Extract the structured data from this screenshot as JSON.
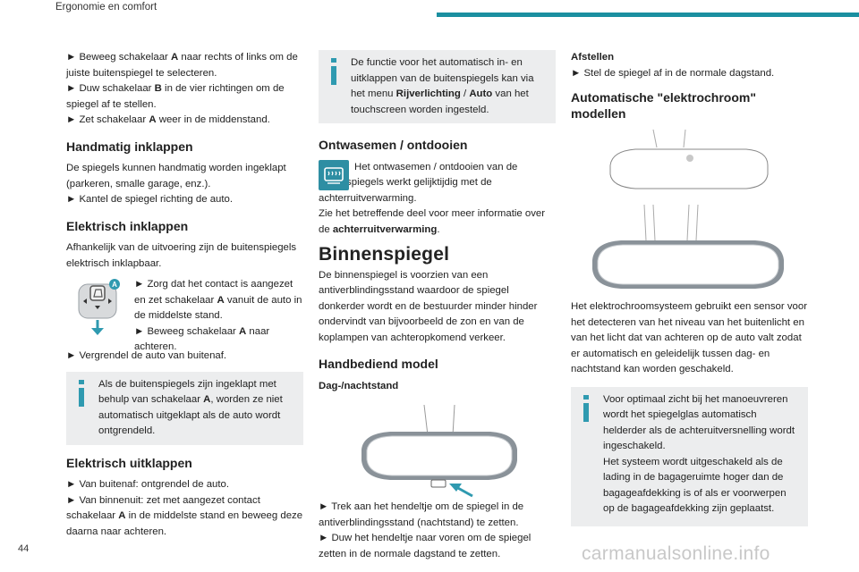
{
  "header": {
    "section_title": "Ergonomie en comfort"
  },
  "footer": {
    "page_number": "44",
    "watermark": "carmanualsonline.info"
  },
  "colors": {
    "accent": "#1a8fa0",
    "note_bg": "#ecedee",
    "icon_bg": "#2e8ea3"
  },
  "col1": {
    "steps_top": [
      {
        "pre": "► Beweeg schakelaar ",
        "bold": "A",
        "post": " naar rechts of links om de juiste buitenspiegel te selecteren."
      },
      {
        "pre": "► Duw schakelaar ",
        "bold": "B",
        "post": " in de vier richtingen om de spiegel af te stellen."
      },
      {
        "pre": "► Zet schakelaar ",
        "bold": "A",
        "post": " weer in de middenstand."
      }
    ],
    "manual_fold": {
      "title": "Handmatig inklappen",
      "text": "De spiegels kunnen handmatig worden ingeklapt (parkeren, smalle garage, enz.).",
      "step": "► Kantel de spiegel richting de auto."
    },
    "electric_fold": {
      "title": "Elektrisch inklappen",
      "text": "Afhankelijk van de uitvoering zijn de buitenspiegels elektrisch inklapbaar.",
      "step1_pre": "► Zorg dat het contact is aangezet en zet schakelaar ",
      "step1_bold": "A",
      "step1_post": " vanuit de auto in de middelste stand.",
      "step2_pre": "► Beweeg schakelaar ",
      "step2_bold": "A",
      "step2_post": " naar achteren.",
      "switch_label": "A",
      "step3": "► Vergrendel de auto van buitenaf.",
      "note_pre": "Als de buitenspiegels zijn ingeklapt met behulp van schakelaar ",
      "note_bold": "A",
      "note_post": ", worden ze niet automatisch uitgeklapt als de auto wordt ontgrendeld."
    },
    "electric_unfold": {
      "title": "Elektrisch uitklappen",
      "step1": "► Van buitenaf: ontgrendel de auto.",
      "step2_pre": "► Van binnenuit: zet met aangezet contact schakelaar ",
      "step2_bold": "A",
      "step2_post": " in de middelste stand en beweeg deze daarna naar achteren."
    }
  },
  "col2": {
    "note_pre": "De functie voor het automatisch in- en uitklappen van de buitenspiegels kan via het menu ",
    "note_b1": "Rijverlichting",
    "note_mid": " / ",
    "note_b2": "Auto",
    "note_post": " van het touchscreen worden ingesteld.",
    "defrost": {
      "title": "Ontwasemen / ontdooien",
      "text": "Het ontwasemen / ontdooien van de buitenspiegels werkt gelijktijdig met de achterruitverwarming.",
      "text2_pre": "Zie het betreffende deel voor meer informatie over de ",
      "text2_bold": "achterruitverwarming",
      "text2_post": "."
    },
    "interior": {
      "title": "Binnenspiegel",
      "text": "De binnenspiegel is voorzien van een antiverblindingsstand waardoor de spiegel donkerder wordt en de bestuurder minder hinder ondervindt van bijvoorbeeld de zon en van de koplampen van achteropkomend verkeer."
    },
    "manual_model": {
      "title": "Handbediend model",
      "subtitle": "Dag-/nachtstand",
      "step1": "► Trek aan het hendeltje om de spiegel in de antiverblindingsstand (nachtstand) te zetten.",
      "step2": "► Duw het hendeltje naar voren om de spiegel zetten in de normale dagstand te zetten."
    }
  },
  "col3": {
    "adjust_title": "Afstellen",
    "adjust_step": "► Stel de spiegel af in de normale dagstand.",
    "auto_title": "Automatische \"elektrochroom\" modellen",
    "auto_text": "Het elektrochroomsysteem gebruikt een sensor voor het detecteren van het niveau van het buitenlicht en van het licht dat van achteren op de auto valt zodat er automatisch en geleidelijk tussen dag- en nachtstand kan worden geschakeld.",
    "note_line1": "Voor optimaal zicht bij het manoeuvreren wordt het spiegelglas automatisch helderder als de achteruitversnelling wordt ingeschakeld.",
    "note_line2": "Het systeem wordt uitgeschakeld als de lading in de bagageruimte hoger dan de bagageafdekking is of als er voorwerpen op de bagageafdekking zijn geplaatst."
  }
}
